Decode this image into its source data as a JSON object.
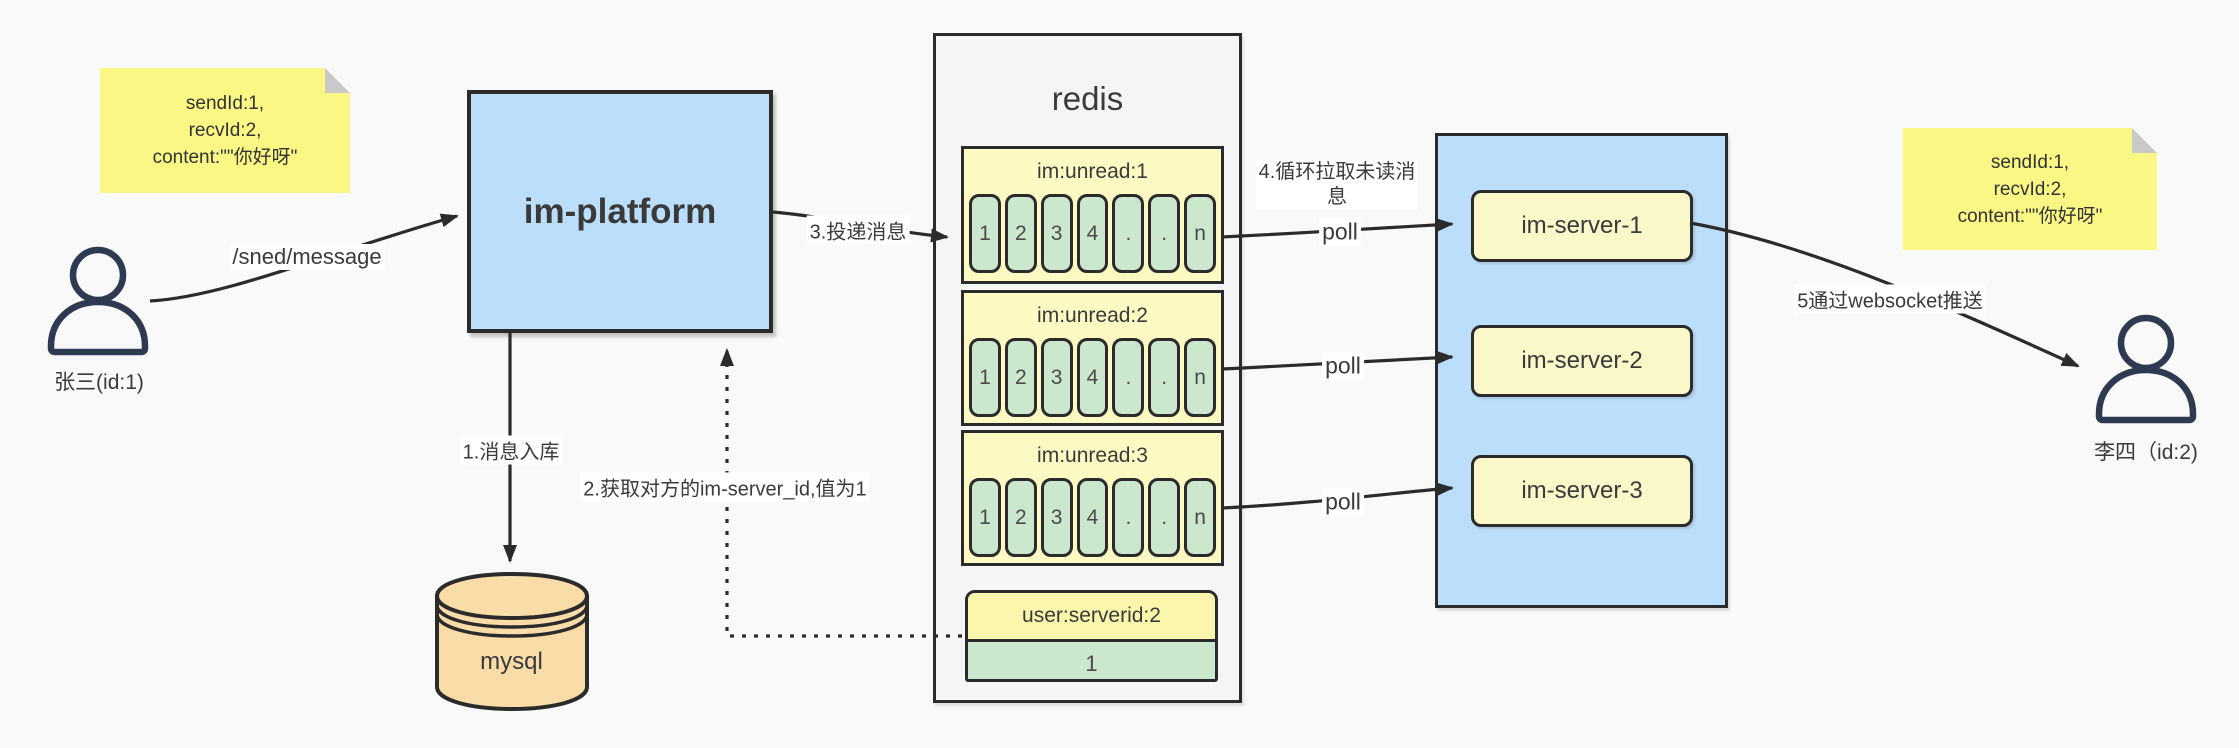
{
  "notes": {
    "left": {
      "lines": [
        "sendId:1,",
        "recvId:2,",
        "content:\"\"你好呀\""
      ]
    },
    "right": {
      "lines": [
        "sendId:1,",
        "recvId:2,",
        "content:\"\"你好呀\""
      ]
    }
  },
  "actors": {
    "sender": {
      "label": "张三(id:1)"
    },
    "receiver": {
      "label": "李四（id:2)"
    }
  },
  "platform": {
    "label": "im-platform"
  },
  "database": {
    "label": "mysql"
  },
  "redis": {
    "title": "redis",
    "lists": [
      {
        "key": "im:unread:1",
        "cells": [
          "1",
          "2",
          "3",
          "4",
          ".",
          ".",
          "n"
        ]
      },
      {
        "key": "im:unread:2",
        "cells": [
          "1",
          "2",
          "3",
          "4",
          ".",
          ".",
          "n"
        ]
      },
      {
        "key": "im:unread:3",
        "cells": [
          "1",
          "2",
          "3",
          "4",
          ".",
          ".",
          "n"
        ]
      }
    ],
    "kv": {
      "key": "user:serverid:2",
      "value": "1"
    }
  },
  "servers": {
    "items": [
      {
        "label": "im-server-1"
      },
      {
        "label": "im-server-2"
      },
      {
        "label": "im-server-3"
      }
    ]
  },
  "edges": {
    "send": "/sned/message",
    "store": "1.消息入库",
    "lookup": "2.获取对方的im-server_id,值为1",
    "deliver": "3.投递消息",
    "poll_note": "4.循环拉取未读消息",
    "poll": "poll",
    "push": "5通过websocket推送"
  },
  "colors": {
    "background": "#f9f9f9",
    "note_yellow": "#faf785",
    "note_fold": "#c9c9c9",
    "list_yellow": "#fcf9c2",
    "kv_yellow": "#faf6ac",
    "cell_green": "#cbe7cd",
    "box_blue": "#bbdefa",
    "server_yellow": "#faf7c9",
    "mysql_tan": "#fadca8",
    "redis_gray": "#f5f5f5",
    "stroke": "#2b2b2b",
    "person": "#2e3a52"
  }
}
